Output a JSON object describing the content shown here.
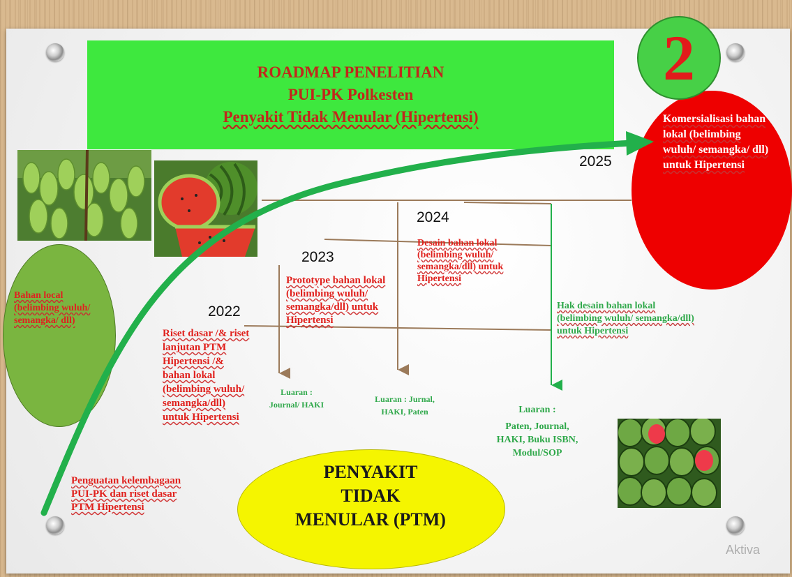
{
  "title": {
    "line1": "ROADMAP PENELITIAN",
    "line2": "PUI-PK Polkesten",
    "line3": "Penyakit Tidak Menular (Hipertensi)"
  },
  "badge_number": "2",
  "years": {
    "y2022": "2022",
    "y2023": "2023",
    "y2024": "2024",
    "y2025": "2025"
  },
  "left_oval_text": "Bahan local (belimbing wuluh/ semangka/ dll)",
  "right_oval_text": "Komersialisasi bahan lokal (belimbing wuluh/ semangka/ dll) untuk Hipertensi",
  "center_oval_text": "PENYAKIT TIDAK MENULAR (PTM)",
  "milestones": {
    "base": "Penguatan kelembagaan PUI-PK dan riset dasar PTM Hipertensi",
    "y2022": "Riset dasar /& riset lanjutan PTM Hipertensi /& bahan lokal (belimbing wuluh/ semangka/dll) untuk Hipertensi",
    "y2023": "Prototype bahan lokal (belimbing wuluh/ semangka/dll) untuk Hipertensi",
    "y2024": "Desain bahan lokal (belimbing wuluh/ semangka/dll) untuk Hipertensi",
    "y2025": "Hak desain bahan lokal (belimbing wuluh/ semangka/dll) untuk Hipertensi"
  },
  "outputs": {
    "o1": "Luaran : Journal/ HAKI",
    "o2": "Luaran : Jurnal, HAKI, Paten",
    "o3_title": "Luaran :",
    "o3_body": "Paten, Journal, HAKI, Buku ISBN, Modul/SOP"
  },
  "watermark": "Aktiva",
  "colors": {
    "title_bg": "#3ee83e",
    "title_text": "#c0281c",
    "arrow": "#22b04b",
    "red_oval": "#ee0000",
    "green_oval": "#7ab540",
    "yellow_oval": "#f5f500"
  }
}
